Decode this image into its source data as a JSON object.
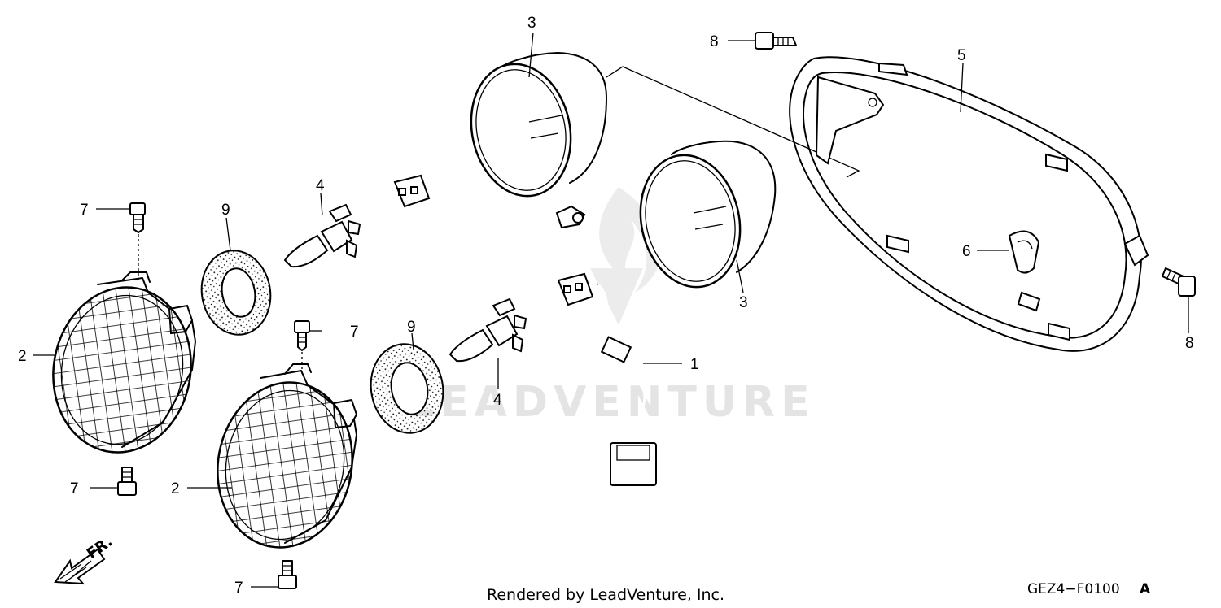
{
  "watermark": "LEADVENTURE",
  "footer": {
    "rendered_by": "Rendered by LeadVenture, Inc.",
    "diagram_code": "GEZ4−F0100",
    "diagram_rev": "A"
  },
  "front_arrow": {
    "label": "FR."
  },
  "callouts": [
    {
      "id": "c1",
      "label": "1"
    },
    {
      "id": "c2a",
      "label": "2"
    },
    {
      "id": "c2b",
      "label": "2"
    },
    {
      "id": "c3a",
      "label": "3"
    },
    {
      "id": "c3b",
      "label": "3"
    },
    {
      "id": "c4a",
      "label": "4"
    },
    {
      "id": "c4b",
      "label": "4"
    },
    {
      "id": "c5",
      "label": "5"
    },
    {
      "id": "c6",
      "label": "6"
    },
    {
      "id": "c7a",
      "label": "7"
    },
    {
      "id": "c7b",
      "label": "7"
    },
    {
      "id": "c7c",
      "label": "7"
    },
    {
      "id": "c7d",
      "label": "7"
    },
    {
      "id": "c8a",
      "label": "8"
    },
    {
      "id": "c8b",
      "label": "8"
    },
    {
      "id": "c9a",
      "label": "9"
    },
    {
      "id": "c9b",
      "label": "9"
    }
  ]
}
